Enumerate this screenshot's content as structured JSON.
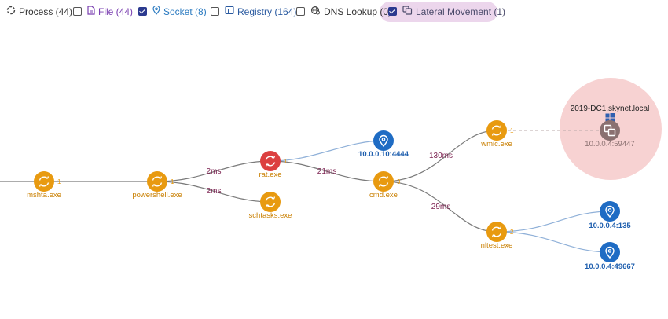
{
  "filters": [
    {
      "label": "Process (44)",
      "color": "#333333"
    },
    {
      "label": "File (44)",
      "color": "#7a3fb0"
    },
    {
      "label": "Socket (8)",
      "color": "#2a7ac0"
    },
    {
      "label": "Registry (164)",
      "color": "#2a5aa0"
    },
    {
      "label": "DNS Lookup (0)",
      "color": "#333333"
    },
    {
      "label": "Lateral Movement (1)",
      "color": "#4a4a6a"
    }
  ],
  "checked": {
    "file": false,
    "socket": true,
    "registry": false,
    "dns": false,
    "lateral": true
  },
  "colors": {
    "process": "#e89a10",
    "process_alert": "#dc4040",
    "socket": "#1f6cc4",
    "lateral_host": "#f7d2d2",
    "lateral_node": "#8a7070",
    "edge": "#7a7a7a",
    "socket_edge": "#8fb0d8"
  },
  "nodes": {
    "mshta": "mshta.exe",
    "powershell": "powershell.exe",
    "rat": "rat.exe",
    "schtasks": "schtasks.exe",
    "sock1": "10.0.0.10:4444",
    "cmd": "cmd.exe",
    "wmic": "wmic.exe",
    "nltest": "nltest.exe",
    "sock2": "10.0.0.4:135",
    "sock3": "10.0.0.4:49667",
    "host_name": "2019-DC1.skynet.local",
    "host_addr": "10.0.0.4:59447"
  },
  "edges": {
    "ps_rat": "2ms",
    "ps_sch": "2ms",
    "rat_cmd": "21ms",
    "cmd_wmic": "130ms",
    "cmd_nltest": "29ms"
  },
  "badges": {
    "mshta": "1",
    "powershell": "1",
    "rat": "1",
    "cmd": "3",
    "wmic": "1",
    "nltest": "2"
  }
}
